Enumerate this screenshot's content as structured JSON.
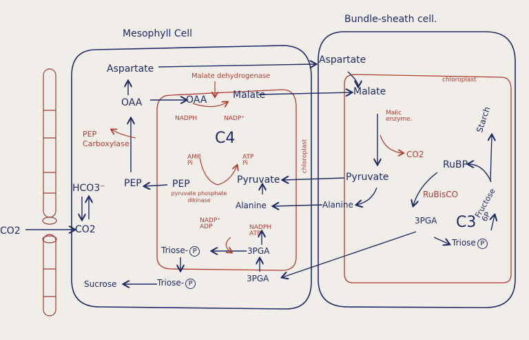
{
  "titles": {
    "mesophyll": "Mesophyll Cell",
    "bundle_sheath": "Bundle-sheath cell."
  },
  "mesophyll": {
    "co2_outside": "CO2",
    "co2_inside": "CO2",
    "hco3": "HCO3⁻",
    "aspartate": "Aspartate",
    "oaa_cyto": "OAA",
    "pep_cyto": "PEP",
    "pep_carboxylase": "PEP Carboxylase",
    "sucrose": "Sucrose",
    "triose_p_cyto": "Triose-",
    "p_symbol": "P",
    "threepga_cyto": "3PGA"
  },
  "mesophyll_chloroplast": {
    "label": "chloroplast",
    "c4": "C4",
    "malate_dehydrogenase": "Malate dehydrogenase",
    "oaa": "OAA",
    "malate": "Malate",
    "nadph": "NADPH",
    "nadp_plus": "NADP⁺",
    "pep": "PEP",
    "pyruvate": "Pyruvate",
    "amp_pi": "AMP Pi",
    "atp_pi": "ATP Pi",
    "ppdk": "pyruvate phosphate dikinase",
    "alanine": "Alanine",
    "nadp_adp": "NADP⁺ ADP",
    "nadph_atp": "NADPH ATP",
    "triose_p": "Triose-",
    "threepga": "3PGA"
  },
  "bundle_sheath": {
    "aspartate": "Aspartate",
    "malate": "Malate",
    "malic_enzyme": "Malic enzyme.",
    "co2": "CO2",
    "pyruvate": "Pyruvate",
    "alanine": "Alanine",
    "chloroplast": "chloroplast",
    "starch": "Starch",
    "rubp": "RuBP",
    "rubisco": "RuBisCO",
    "fructose": "Fructose 6P",
    "threepga": "3PGA",
    "c3": "C3",
    "triose_p": "Triose"
  },
  "colors": {
    "ink_blue": "#1c2a66",
    "ink_red": "#b03a2e",
    "paper": "#f1ede9"
  }
}
